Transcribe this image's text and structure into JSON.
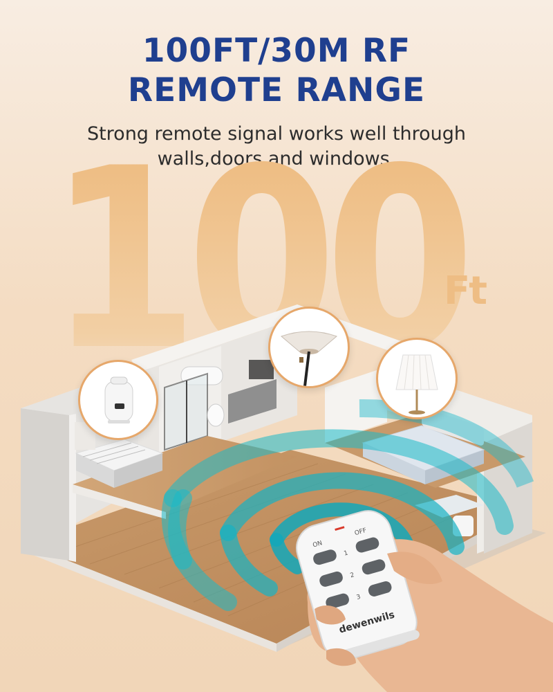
{
  "headline": {
    "line1": "100FT/30M RF",
    "line2": "REMOTE RANGE"
  },
  "subtitle": {
    "line1": "Strong remote signal works well through",
    "line2": "walls,doors and windows."
  },
  "big_number": {
    "value": "100",
    "unit": "Ft"
  },
  "remote": {
    "brand": "dewenwils",
    "on_label": "ON",
    "off_label": "OFF",
    "channels": [
      "1",
      "2",
      "3"
    ]
  },
  "appliances": [
    "humidifier-icon",
    "floor-lamp-icon",
    "table-lamp-icon"
  ],
  "colors": {
    "headline": "#1f3f8f",
    "accent_number": "#eebd84",
    "signal_wave": "#1ab9c9",
    "bubble_border": "#e6a76a"
  }
}
